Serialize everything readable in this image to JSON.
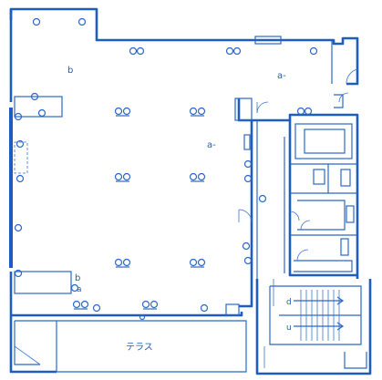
{
  "labels": {
    "b_top": "b",
    "a_right": "a-",
    "a_center": "a-",
    "b_bottom": "b",
    "a_bottom": "a",
    "terrace": "テラス",
    "stair_down": "d",
    "stair_up": "u"
  },
  "colors": {
    "ink": "#1f5cc0",
    "background": "#ffffff"
  }
}
